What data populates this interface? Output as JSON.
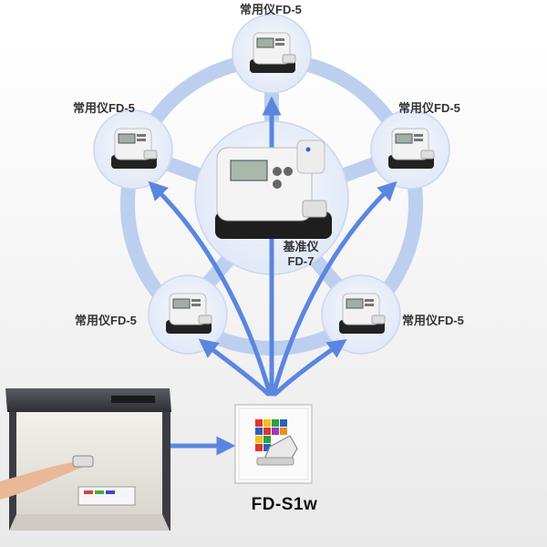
{
  "diagram": {
    "master": {
      "name": "基准仪",
      "model": "FD-7"
    },
    "nodes": [
      {
        "id": "top",
        "label": "常用仪FD-5"
      },
      {
        "id": "upper-left",
        "label": "常用仪FD-5"
      },
      {
        "id": "upper-right",
        "label": "常用仪FD-5"
      },
      {
        "id": "lower-left",
        "label": "常用仪FD-5"
      },
      {
        "id": "lower-right",
        "label": "常用仪FD-5"
      }
    ],
    "software": {
      "label": "FD-S1w"
    }
  },
  "colors": {
    "ring": "#b9cdef",
    "arrow": "#5b86e0",
    "node_circle": "#e6edf9",
    "node_stroke": "#c9d7f1"
  },
  "icons": {
    "device": "spectrophotometer-icon",
    "software": "fd-s1w-software-icon",
    "booth": "viewing-booth-image"
  }
}
